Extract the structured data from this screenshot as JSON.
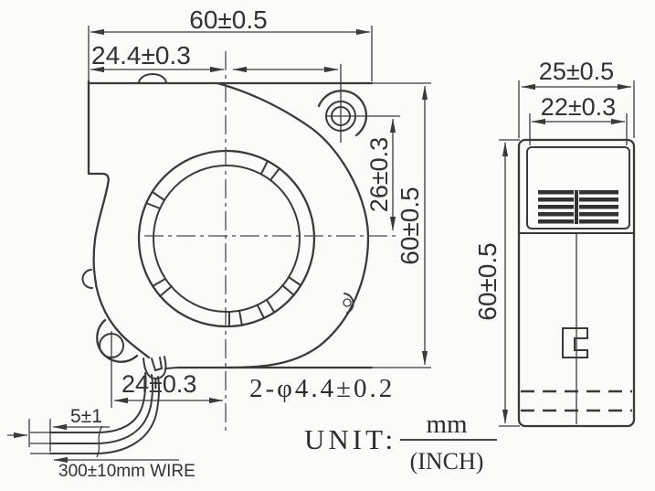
{
  "front_view": {
    "dim_overall_width": "60±0.5",
    "dim_left_to_center": "24.4±0.3",
    "dim_hole_to_centerline": "26±0.3",
    "dim_overall_height": "60±0.5",
    "dim_hole_to_center_bottom": "24±0.3",
    "mounting_holes_label": "2-φ4.4±0.2"
  },
  "side_view": {
    "dim_overall_width": "25±0.5",
    "dim_body_width": "22±0.3",
    "dim_overall_height": "60±0.5"
  },
  "wiring": {
    "strip_length": "5±1",
    "wire_length_label": "300±10mm WIRE"
  },
  "unit_note": {
    "label": "UNIT:",
    "numerator": "mm",
    "denominator": "(INCH)"
  },
  "colors": {
    "line": "#3a3a3a",
    "background": "#fbfbf9"
  }
}
